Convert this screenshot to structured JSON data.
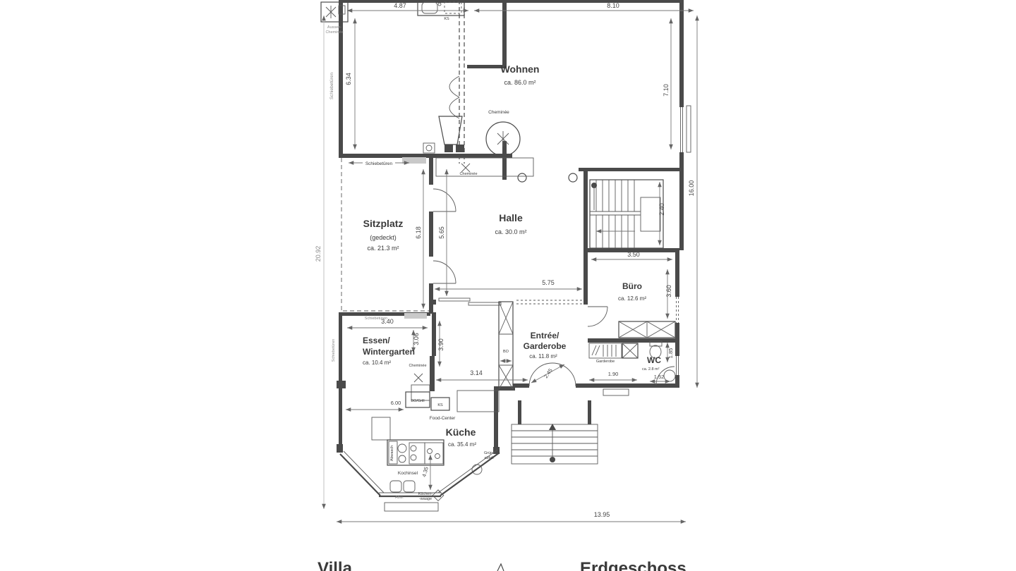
{
  "plan": {
    "titles": {
      "left": "Villa",
      "right": "Erdgeschoss"
    },
    "rooms": {
      "wohnen": {
        "name": "Wohnen",
        "area": "ca. 86.0 m²"
      },
      "sitzplatz": {
        "name": "Sitzplatz",
        "qualifier": "(gedeckt)",
        "area": "ca. 21.3 m²"
      },
      "halle": {
        "name": "Halle",
        "area": "ca. 30.0 m²"
      },
      "buero": {
        "name": "Büro",
        "area": "ca. 12.6 m²"
      },
      "entree": {
        "name_line1": "Entrée/",
        "name_line2": "Garderobe",
        "area": "ca. 11.8 m²"
      },
      "wc": {
        "name": "WC",
        "area": "ca. 2.8 m²"
      },
      "essen": {
        "name_line1": "Essen/",
        "name_line2": "Wintergarten",
        "area": "ca. 10.4 m²"
      },
      "kueche": {
        "name": "Küche",
        "area": "ca. 35.4 m²"
      }
    },
    "labels": {
      "aussen_cheminee_line1": "Aussen-",
      "aussen_cheminee_line2": "Cheminée",
      "schiebetueren": "Schiebetüren",
      "cheminee": "Cheminée",
      "garderobe": "Garderobe",
      "ks": "KS",
      "bo_grill": "BO/Grill",
      "food_center": "Food-Center",
      "kochinsel": "Kochinsel",
      "abwasch": "Abwasch",
      "kuechenwaage_line1": "Küchen-",
      "kuechenwaage_line2": "-waage",
      "gruenabfall_line1": "Grün-",
      "gruenabfall_line2": "abfall",
      "bo": "BO",
      "abw": "Abw."
    },
    "dimensions": {
      "top_left": "4.87",
      "top_right": "8.10",
      "wohnen_left": "6.34",
      "wohnen_right": "7.10",
      "right_total": "16.00",
      "left_total": "20.92",
      "bottom_total": "13.95",
      "sitzplatz_height": "6.18",
      "halle_left": "5.65",
      "halle_width": "5.75",
      "stair_width": "2.40",
      "buero_width": "3.50",
      "buero_depth": "3.60",
      "essen_width": "3.40",
      "essen_depth": "3.06",
      "corridor_depth": "3.90",
      "kueche_passage": "3.14",
      "entry_door": "2.45",
      "garderobe_passage": "1.90",
      "wc_width": "1.52",
      "wc_depth": "1.85",
      "kueche_width": "6.00",
      "bay_depth": "4.35"
    }
  }
}
